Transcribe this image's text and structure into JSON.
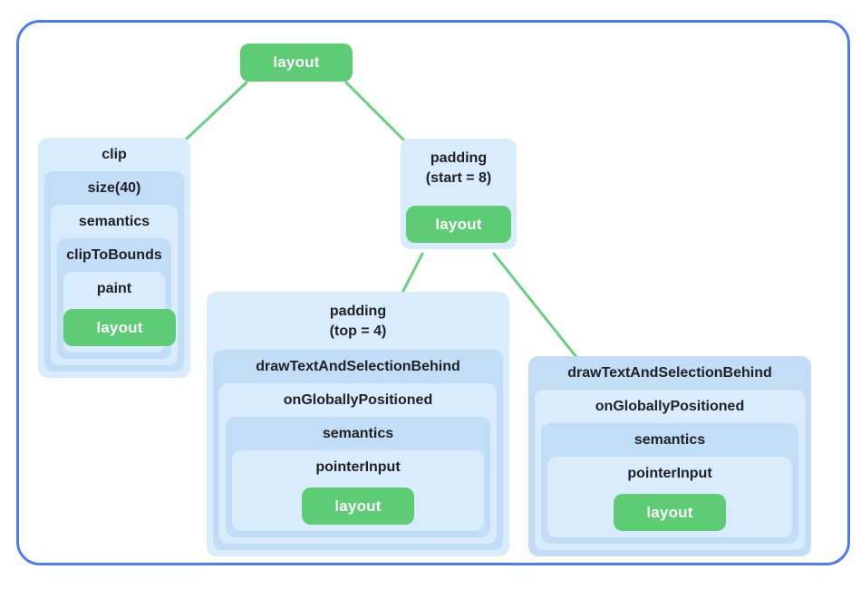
{
  "diagram": {
    "root": {
      "label": "layout"
    },
    "clip_card": {
      "levels": [
        "clip",
        "size(40)",
        "semantics",
        "clipToBounds",
        "paint"
      ],
      "leaf_label": "layout"
    },
    "padding_start_card": {
      "title_lines": [
        "padding",
        "(start = 8)"
      ],
      "leaf_label": "layout"
    },
    "padding_top_card": {
      "title_lines": [
        "padding",
        "(top = 4)"
      ],
      "levels": [
        "drawTextAndSelectionBehind",
        "onGloballyPositioned",
        "semantics",
        "pointerInput"
      ],
      "leaf_label": "layout"
    },
    "draw_card": {
      "levels": [
        "drawTextAndSelectionBehind",
        "onGloballyPositioned",
        "semantics",
        "pointerInput"
      ],
      "leaf_label": "layout"
    }
  },
  "colors": {
    "canvas_bg": "#ffffff",
    "frame_border": "#4b7cf5",
    "edge_line": "#68d17e",
    "node_green": "#5ecb75",
    "node_green_text": "#ffffff",
    "card_light_blue": "#d9ecfd",
    "card_dark_blue": "#c2ddf6",
    "label_text": "#202124"
  }
}
